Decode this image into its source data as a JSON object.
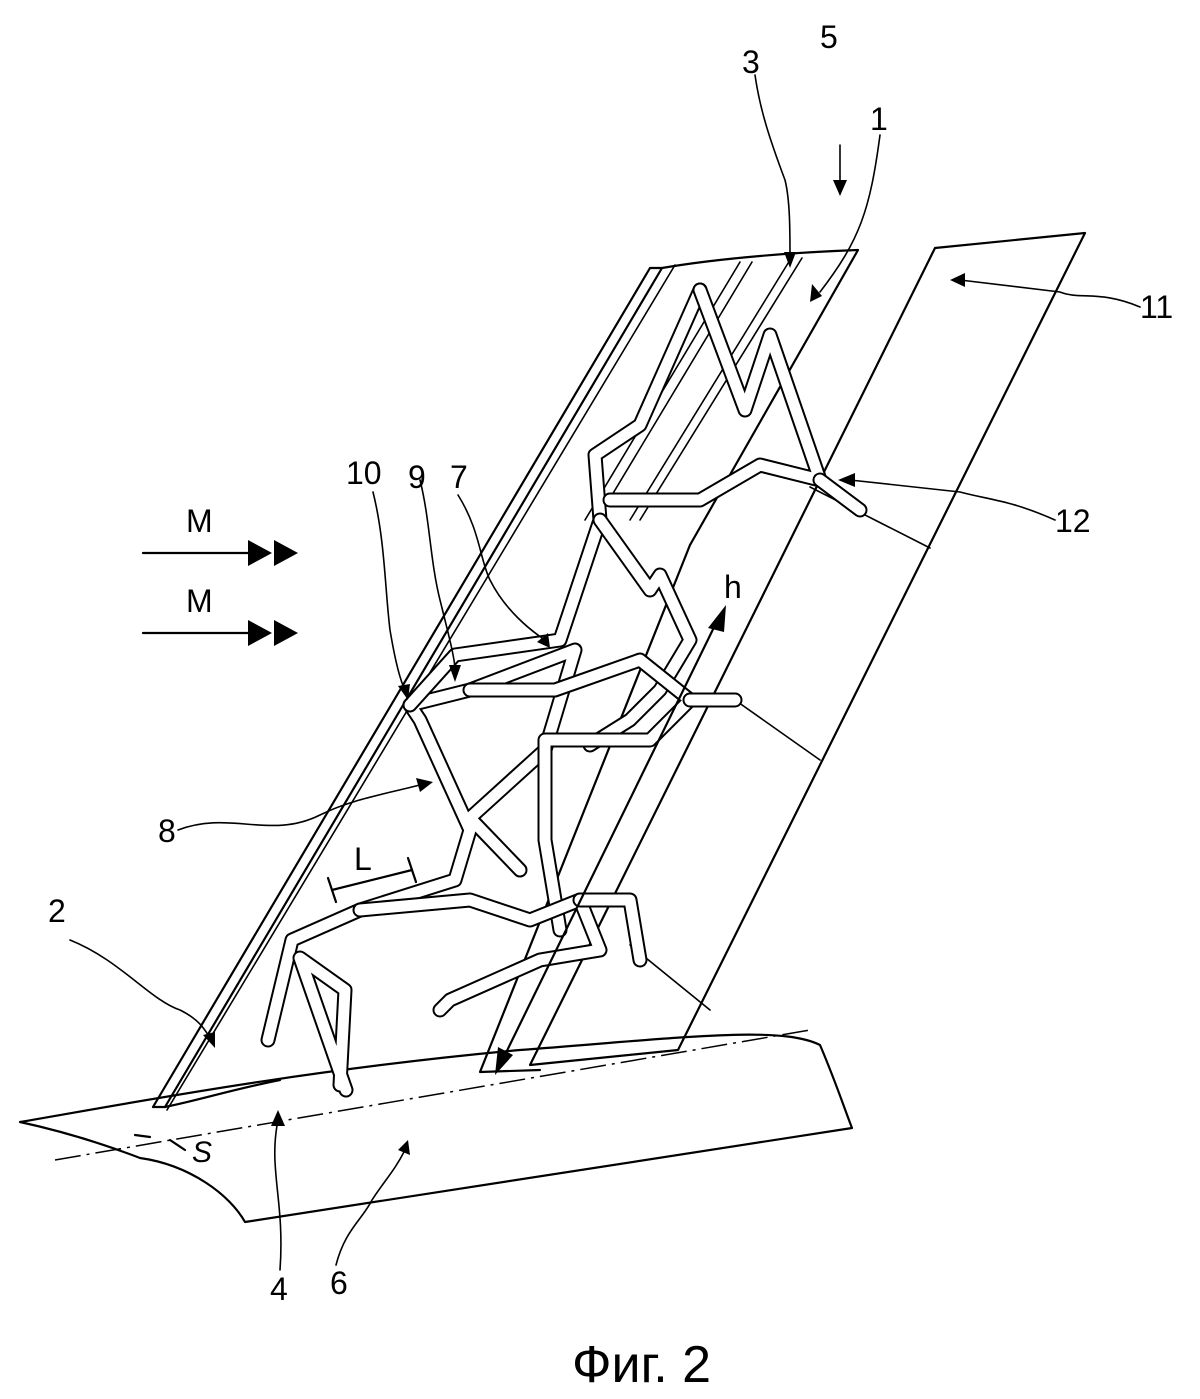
{
  "figure": {
    "caption": "Фиг. 2"
  },
  "reference_numerals": {
    "n1": "1",
    "n2": "2",
    "n3": "3",
    "n4": "4",
    "n5": "5",
    "n6": "6",
    "n7": "7",
    "n8": "8",
    "n9": "9",
    "n10": "10",
    "n11": "11",
    "n12": "12"
  },
  "symbols": {
    "flow_upper": "M",
    "flow_lower": "M",
    "height": "h",
    "length": "L",
    "thickness": "S"
  }
}
